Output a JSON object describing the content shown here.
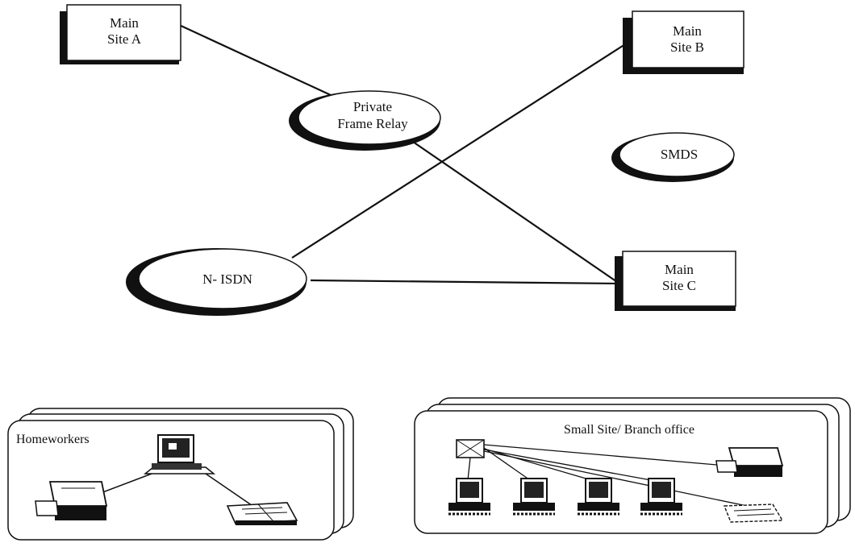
{
  "diagram": {
    "sites": {
      "main_site_a": {
        "line1": "Main",
        "line2": "Site A"
      },
      "main_site_b": {
        "line1": "Main",
        "line2": "Site B"
      },
      "main_site_c": {
        "line1": "Main",
        "line2": "Site C"
      }
    },
    "networks": {
      "frame_relay": {
        "line1": "Private",
        "line2": "Frame Relay"
      },
      "smds": {
        "label": "SMDS"
      },
      "n_isdn": {
        "label": "N- ISDN"
      }
    },
    "panels": {
      "homeworkers": {
        "label": "Homeworkers"
      },
      "branch": {
        "label": "Small Site/ Branch office"
      }
    },
    "icons": [
      "workstation-icon",
      "printer-icon",
      "fax-icon",
      "hub-icon"
    ]
  }
}
